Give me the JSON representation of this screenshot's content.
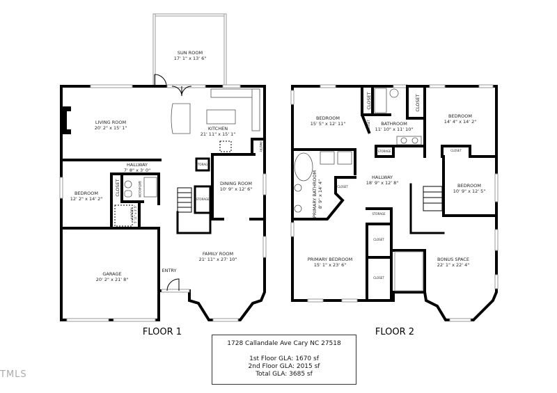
{
  "floor1": {
    "label": "FLOOR 1",
    "rooms": {
      "sun_room": {
        "name": "SUN ROOM",
        "dims": "17' 1\" x 13' 6\""
      },
      "living_room": {
        "name": "LIVING ROOM",
        "dims": "20' 2\" x 15' 1\""
      },
      "kitchen": {
        "name": "KITCHEN",
        "dims": "21' 11\" x 15' 1\""
      },
      "pantry": {
        "name": "PANTRY"
      },
      "hallway": {
        "name": "HALLWAY",
        "dims": "7' 8\" x 3' 0\""
      },
      "bedroom": {
        "name": "BEDROOM",
        "dims": "12' 2\" x 14' 2\""
      },
      "closet": {
        "name": "CLOSET"
      },
      "bathroom": {
        "name": "BATHROOM"
      },
      "laundry": {
        "name": "LAUNDRY",
        "dims": "5' 11\" x 3' 5\""
      },
      "storage_a": {
        "name": "STORAGE"
      },
      "storage_b": {
        "name": "STORAGE"
      },
      "dining_room": {
        "name": "DINING ROOM",
        "dims": "10' 9\" x 12' 6\""
      },
      "family_room": {
        "name": "FAMILY ROOM",
        "dims": "21' 11\" x 27' 10\""
      },
      "garage": {
        "name": "GARAGE",
        "dims": "20' 2\" x 21' 8\""
      },
      "entry": {
        "name": "ENTRY"
      }
    }
  },
  "floor2": {
    "label": "FLOOR 2",
    "rooms": {
      "bedroom_nw": {
        "name": "BEDROOM",
        "dims": "15' 5\" x 12' 11\""
      },
      "closet_a": {
        "name": "CLOSET"
      },
      "closet_b": {
        "name": "CLOSET"
      },
      "closet_small": {
        "name": "CLOSET"
      },
      "bathroom": {
        "name": "BATHROOM",
        "dims": "11' 10\" x 11' 10\""
      },
      "bedroom_ne": {
        "name": "BEDROOM",
        "dims": "14' 4\" x 14' 2\""
      },
      "closet_ne": {
        "name": "CLOSET"
      },
      "storage_a": {
        "name": "STORAGE"
      },
      "primary_bathroom": {
        "name": "PRIMARY BATHROOM",
        "dims": "8' 9\" x 14' 4\""
      },
      "closet_pb": {
        "name": "CLOSET"
      },
      "hallway": {
        "name": "HALLWAY",
        "dims": "18' 9\" x 12' 8\""
      },
      "bedroom_e": {
        "name": "BEDROOM",
        "dims": "10' 9\" x 12' 5\""
      },
      "storage_b": {
        "name": "STORAGE"
      },
      "closet_c": {
        "name": "CLOSET"
      },
      "closet_d": {
        "name": "CLOSET"
      },
      "primary_bedroom": {
        "name": "PRIMARY BEDROOM",
        "dims": "15' 1\" x 23' 6\""
      },
      "bonus_space": {
        "name": "BONUS SPACE",
        "dims": "22' 1\" x 22' 4\""
      }
    }
  },
  "info": {
    "address": "1728 Callandale Ave Cary NC 27518",
    "first_floor": "1st Floor GLA: 1670 sf",
    "second_floor": "2nd Floor GLA: 2015 sf",
    "total": "Total GLA: 3685 sf"
  },
  "watermark": "TMLS"
}
